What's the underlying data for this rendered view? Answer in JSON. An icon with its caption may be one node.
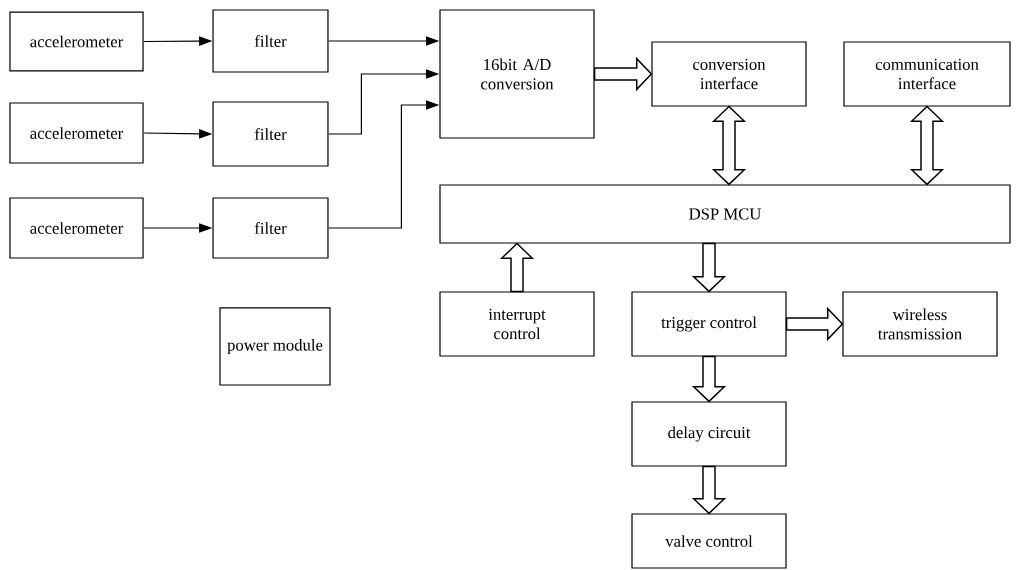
{
  "diagram": {
    "nodes": [
      {
        "text": [
          "accelerometer"
        ]
      },
      {
        "text": [
          "filter"
        ]
      },
      {
        "text": [
          "16bit A/D conversion"
        ]
      },
      {
        "text": [
          "conversion interface"
        ]
      },
      {
        "text": [
          "communication interface"
        ]
      },
      {
        "text": [
          "accelerometer"
        ]
      },
      {
        "text": [
          "filter"
        ]
      },
      {
        "text": [
          "accelerometer"
        ]
      },
      {
        "text": [
          "filter"
        ]
      },
      {
        "text": [
          "DSP MCU"
        ]
      },
      {
        "text": [
          "interrupt control"
        ]
      },
      {
        "text": [
          "trigger control"
        ]
      },
      {
        "text": [
          "wireless transmission"
        ]
      },
      {
        "text": [
          "power module"
        ]
      },
      {
        "text": [
          "delay circuit"
        ]
      },
      {
        "text": [
          "valve control"
        ]
      }
    ],
    "edges": [
      {
        "from": 0,
        "to": 1,
        "arrow": "to"
      },
      {
        "from": 1,
        "to": 2,
        "arrow": "to"
      },
      {
        "from": 5,
        "to": 6,
        "arrow": "to"
      },
      {
        "from": 6,
        "to": 2,
        "arrow": "to"
      },
      {
        "from": 7,
        "to": 8,
        "arrow": "to"
      },
      {
        "from": 8,
        "to": 2,
        "arrow": "to"
      },
      {
        "from": 2,
        "to": 3,
        "arrow": "to",
        "style": "thick"
      },
      {
        "from": 3,
        "to": 9,
        "arrow": "both",
        "style": "thick"
      },
      {
        "from": 4,
        "to": 9,
        "arrow": "both",
        "style": "thick"
      },
      {
        "from": 10,
        "to": 9,
        "arrow": "to",
        "style": "thick"
      },
      {
        "from": 9,
        "to": 11,
        "arrow": "to",
        "style": "thick"
      },
      {
        "from": 11,
        "to": 12,
        "arrow": "to",
        "style": "thick"
      },
      {
        "from": 11,
        "to": 14,
        "arrow": "to",
        "style": "thick"
      },
      {
        "from": 14,
        "to": 15,
        "arrow": "to",
        "style": "thick"
      }
    ]
  }
}
